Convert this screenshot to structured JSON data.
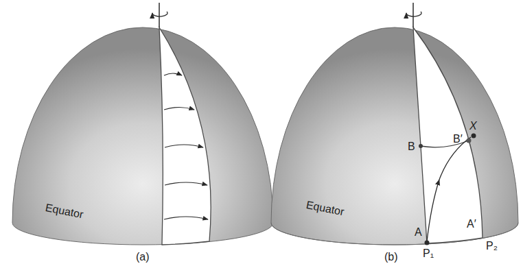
{
  "diagram": {
    "labels": [
      "Equator",
      "(a)",
      "Equator",
      "B",
      "B′",
      "X",
      "A",
      "A′",
      "P₁",
      "P₂",
      "(b)"
    ]
  }
}
